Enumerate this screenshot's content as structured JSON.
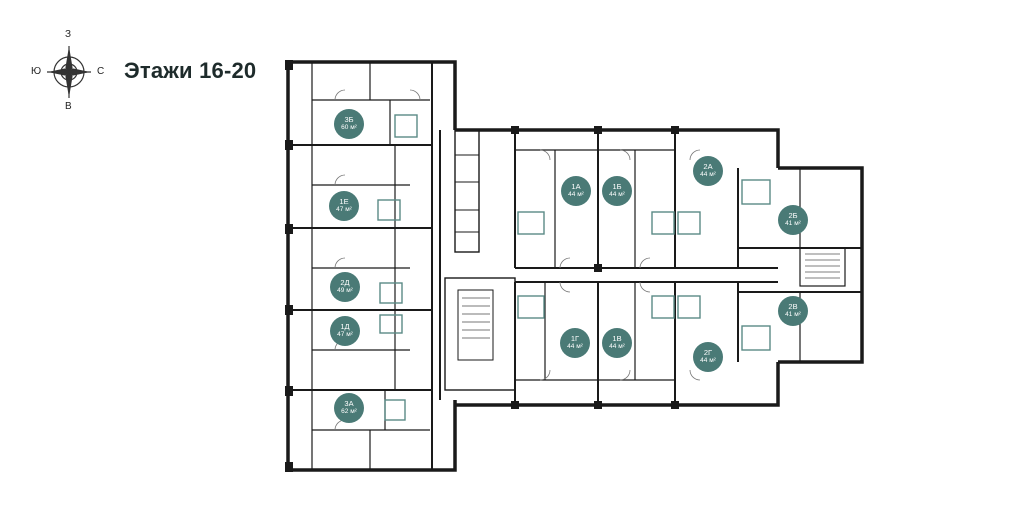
{
  "title": "Этажи 16-20",
  "compass": {
    "north": "З",
    "south": "В",
    "west": "Ю",
    "east": "С"
  },
  "colors": {
    "badge": "#4a7a76",
    "wall": "#1a1a1a",
    "fixture": "#5a8a86"
  },
  "units": [
    {
      "name": "3Б",
      "area": "60 м²"
    },
    {
      "name": "1Е",
      "area": "47 м²"
    },
    {
      "name": "2Д",
      "area": "49 м²"
    },
    {
      "name": "1Д",
      "area": "47 м²"
    },
    {
      "name": "3А",
      "area": "62 м²"
    },
    {
      "name": "1А",
      "area": "44 м²"
    },
    {
      "name": "1Б",
      "area": "44 м²"
    },
    {
      "name": "2А",
      "area": "44 м²"
    },
    {
      "name": "2Б",
      "area": "41 м²"
    },
    {
      "name": "2В",
      "area": "41 м²"
    },
    {
      "name": "1Г",
      "area": "44 м²"
    },
    {
      "name": "1В",
      "area": "44 м²"
    },
    {
      "name": "2Г",
      "area": "44 м²"
    }
  ]
}
